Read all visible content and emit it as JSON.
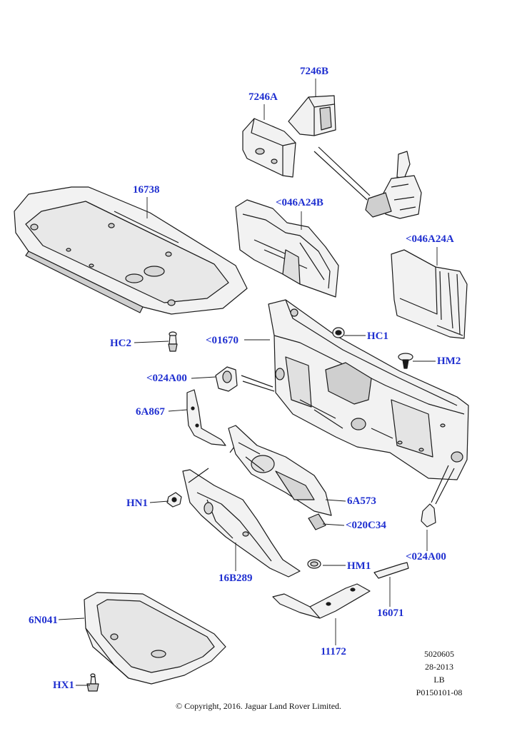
{
  "diagram": {
    "callout_color": "#1f2fd0",
    "line_color": "#1a1a1a",
    "part_fill": "#f2f2f2",
    "part_shade": "#cfcfcf",
    "callouts": {
      "c7246b": "7246B",
      "c7246a": "7246A",
      "c16738": "16738",
      "c046a24b": "<046A24B",
      "c046a24a": "<046A24A",
      "chc2": "HC2",
      "chc1": "HC1",
      "c01670": "<01670",
      "chm2": "HM2",
      "c024a00_left": "<024A00",
      "c6a867": "6A867",
      "chn1": "HN1",
      "c6a573": "6A573",
      "c020c34": "<020C34",
      "c16b289": "16B289",
      "chm1": "HM1",
      "c024a00_right": "<024A00",
      "c16071": "16071",
      "c6n041": "6N041",
      "c11172": "11172",
      "chx1": "HX1"
    },
    "reference": {
      "code": "5020605",
      "date": "28-2013",
      "side": "LB",
      "figure": "P0150101-08"
    },
    "copyright": "© Copyright, 2016. Jaguar Land Rover Limited."
  }
}
